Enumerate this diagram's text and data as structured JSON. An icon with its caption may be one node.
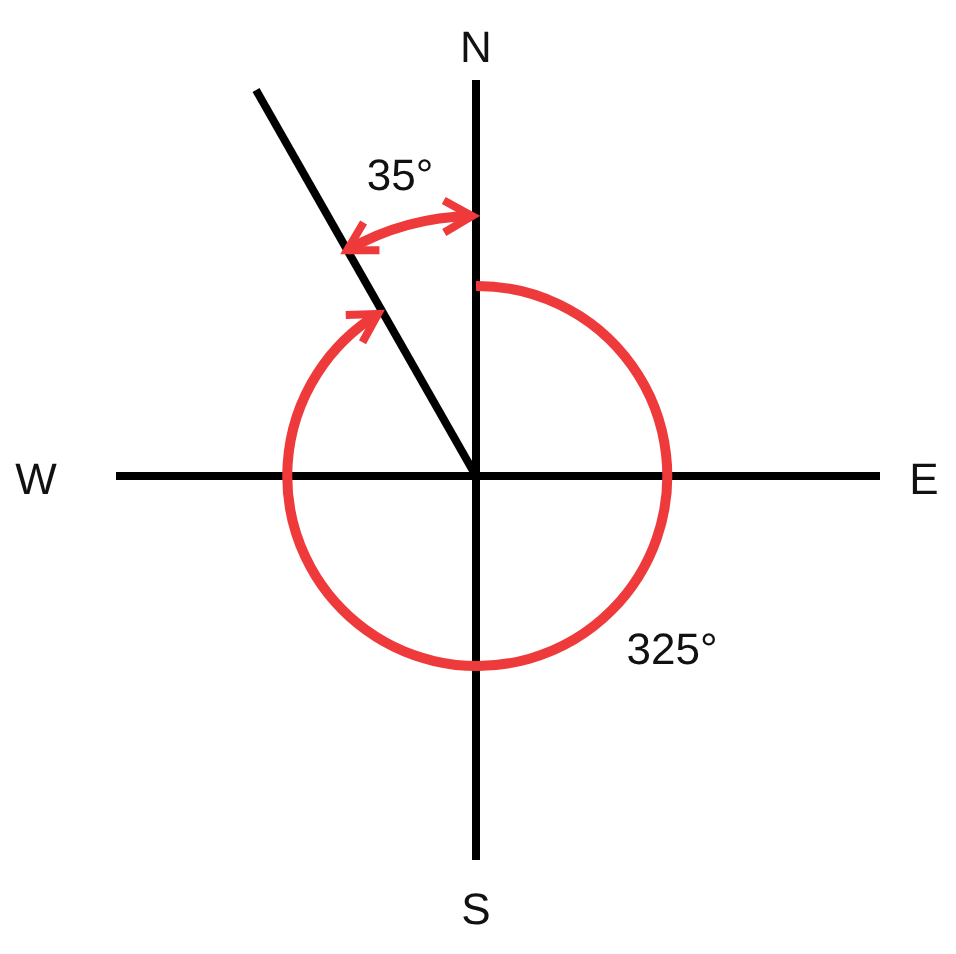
{
  "diagram": {
    "labels": [
      "N",
      "35°",
      "W",
      "E",
      "325°",
      "S"
    ]
  }
}
